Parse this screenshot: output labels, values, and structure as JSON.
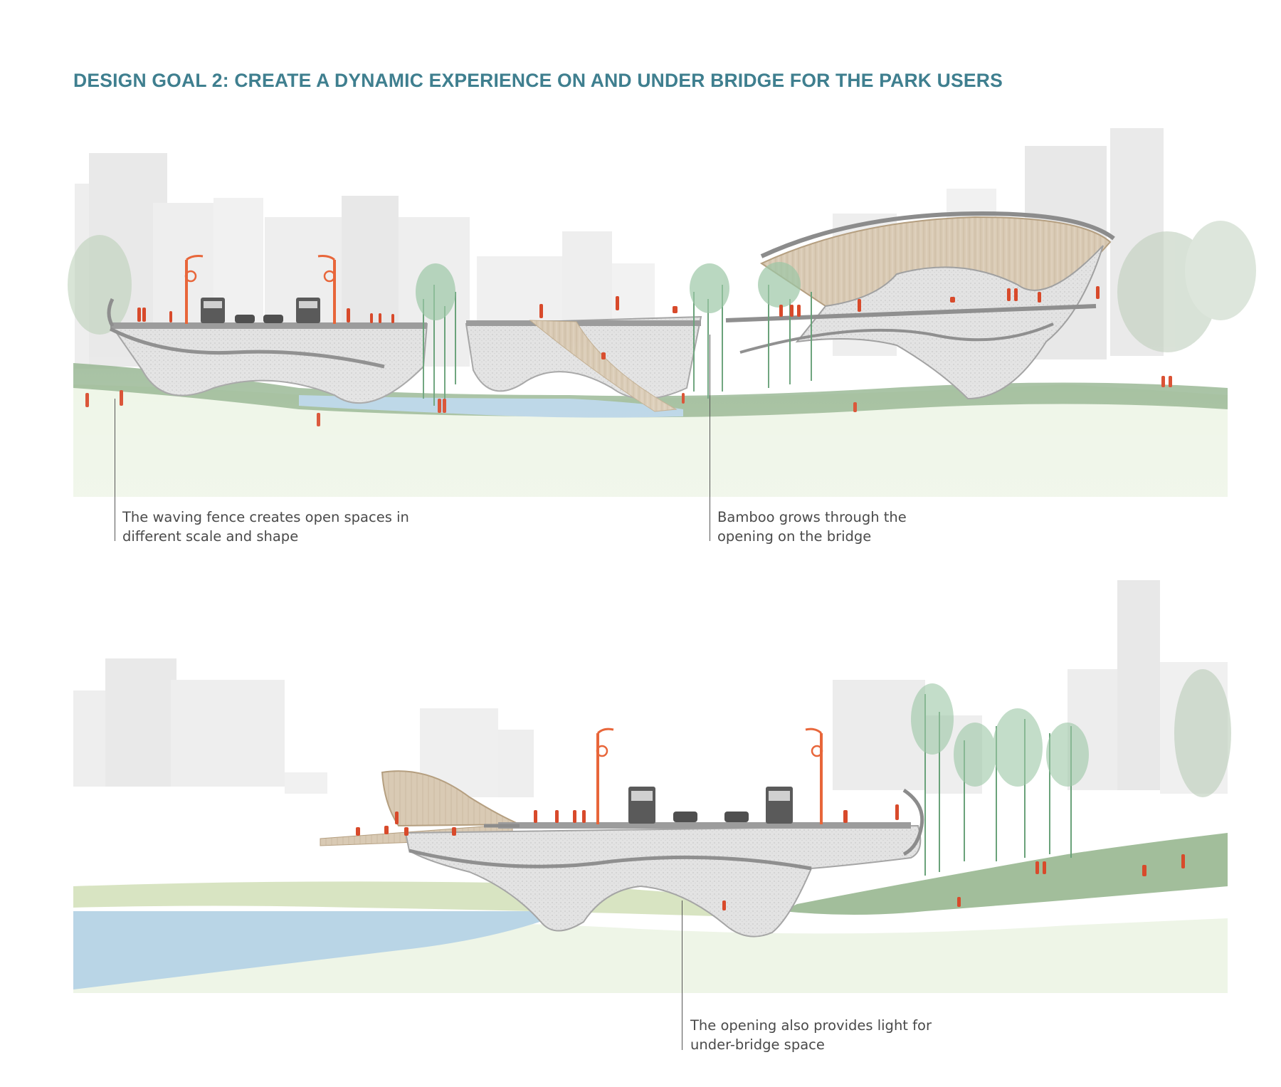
{
  "title": "DESIGN GOAL 2: CREATE A DYNAMIC EXPERIENCE ON AND UNDER BRIDGE FOR THE PARK USERS",
  "colors": {
    "title": "#3f7f8f",
    "people": "#d84a2b",
    "lamp": "#e8663a",
    "ground": "#edf4e4",
    "grass": "#6e9568",
    "water": "#b9d5e6",
    "concrete": "#dcdcdc",
    "timber": "#d8c8b0",
    "bamboo": "#6aa27a",
    "buildings": "#ececec"
  },
  "icons": [
    "person-figure-icon",
    "street-lamp-icon",
    "bus-icon",
    "car-icon",
    "bamboo-icon"
  ],
  "section1": {
    "annotations": [
      {
        "lines": [
          "The waving fence creates open spaces in",
          "different scale and shape"
        ]
      },
      {
        "lines": [
          "Bamboo grows through the",
          "opening on the bridge"
        ]
      }
    ]
  },
  "section2": {
    "annotations": [
      {
        "lines": [
          "The opening also provides light for",
          "under-bridge space"
        ]
      }
    ]
  }
}
